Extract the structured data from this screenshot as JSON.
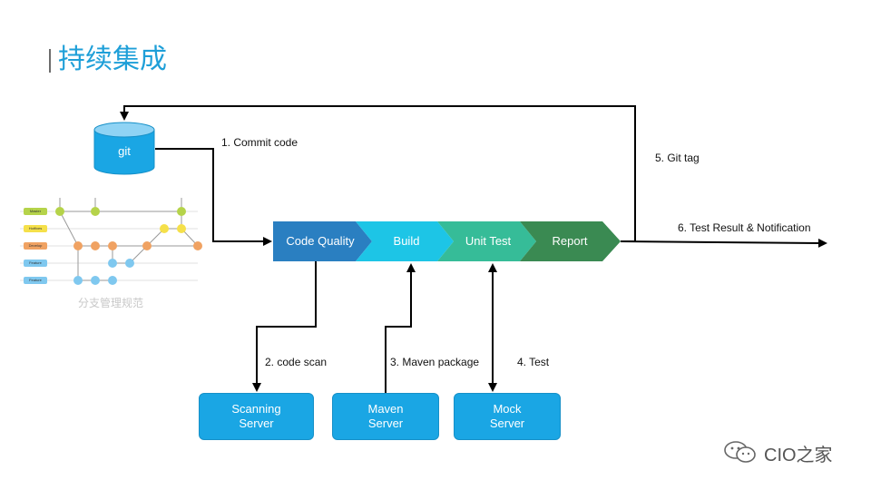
{
  "page_title": "持续集成",
  "repository": {
    "label": "git"
  },
  "pipeline": {
    "stages": [
      {
        "label": "Code Quality",
        "color": "#2a7fc1"
      },
      {
        "label": "Build",
        "color": "#1dc5e6"
      },
      {
        "label": "Unit  Test",
        "color": "#36bc98"
      },
      {
        "label": "Report",
        "color": "#3a8a52"
      }
    ]
  },
  "steps": {
    "commit": "1. Commit code",
    "scan": "2. code scan",
    "package": "3. Maven package",
    "test": "4. Test",
    "tag": "5. Git tag",
    "notify": "6. Test Result & Notification"
  },
  "servers": {
    "scanning": {
      "line1": "Scanning",
      "line2": "Server"
    },
    "maven": {
      "line1": "Maven",
      "line2": "Server"
    },
    "mock": {
      "line1": "Mock",
      "line2": "Server"
    }
  },
  "branch_diagram": {
    "caption": "分支管理规范",
    "branches": [
      {
        "label": "Master",
        "color": "#b5d34a"
      },
      {
        "label": "Hotfixes",
        "color": "#f5e04a"
      },
      {
        "label": "Develop",
        "color": "#f0a262"
      },
      {
        "label": "Feature",
        "color": "#7fc8ef"
      },
      {
        "label": "Feature",
        "color": "#7fc8ef"
      }
    ]
  },
  "watermark": {
    "text": "CIO之家"
  }
}
